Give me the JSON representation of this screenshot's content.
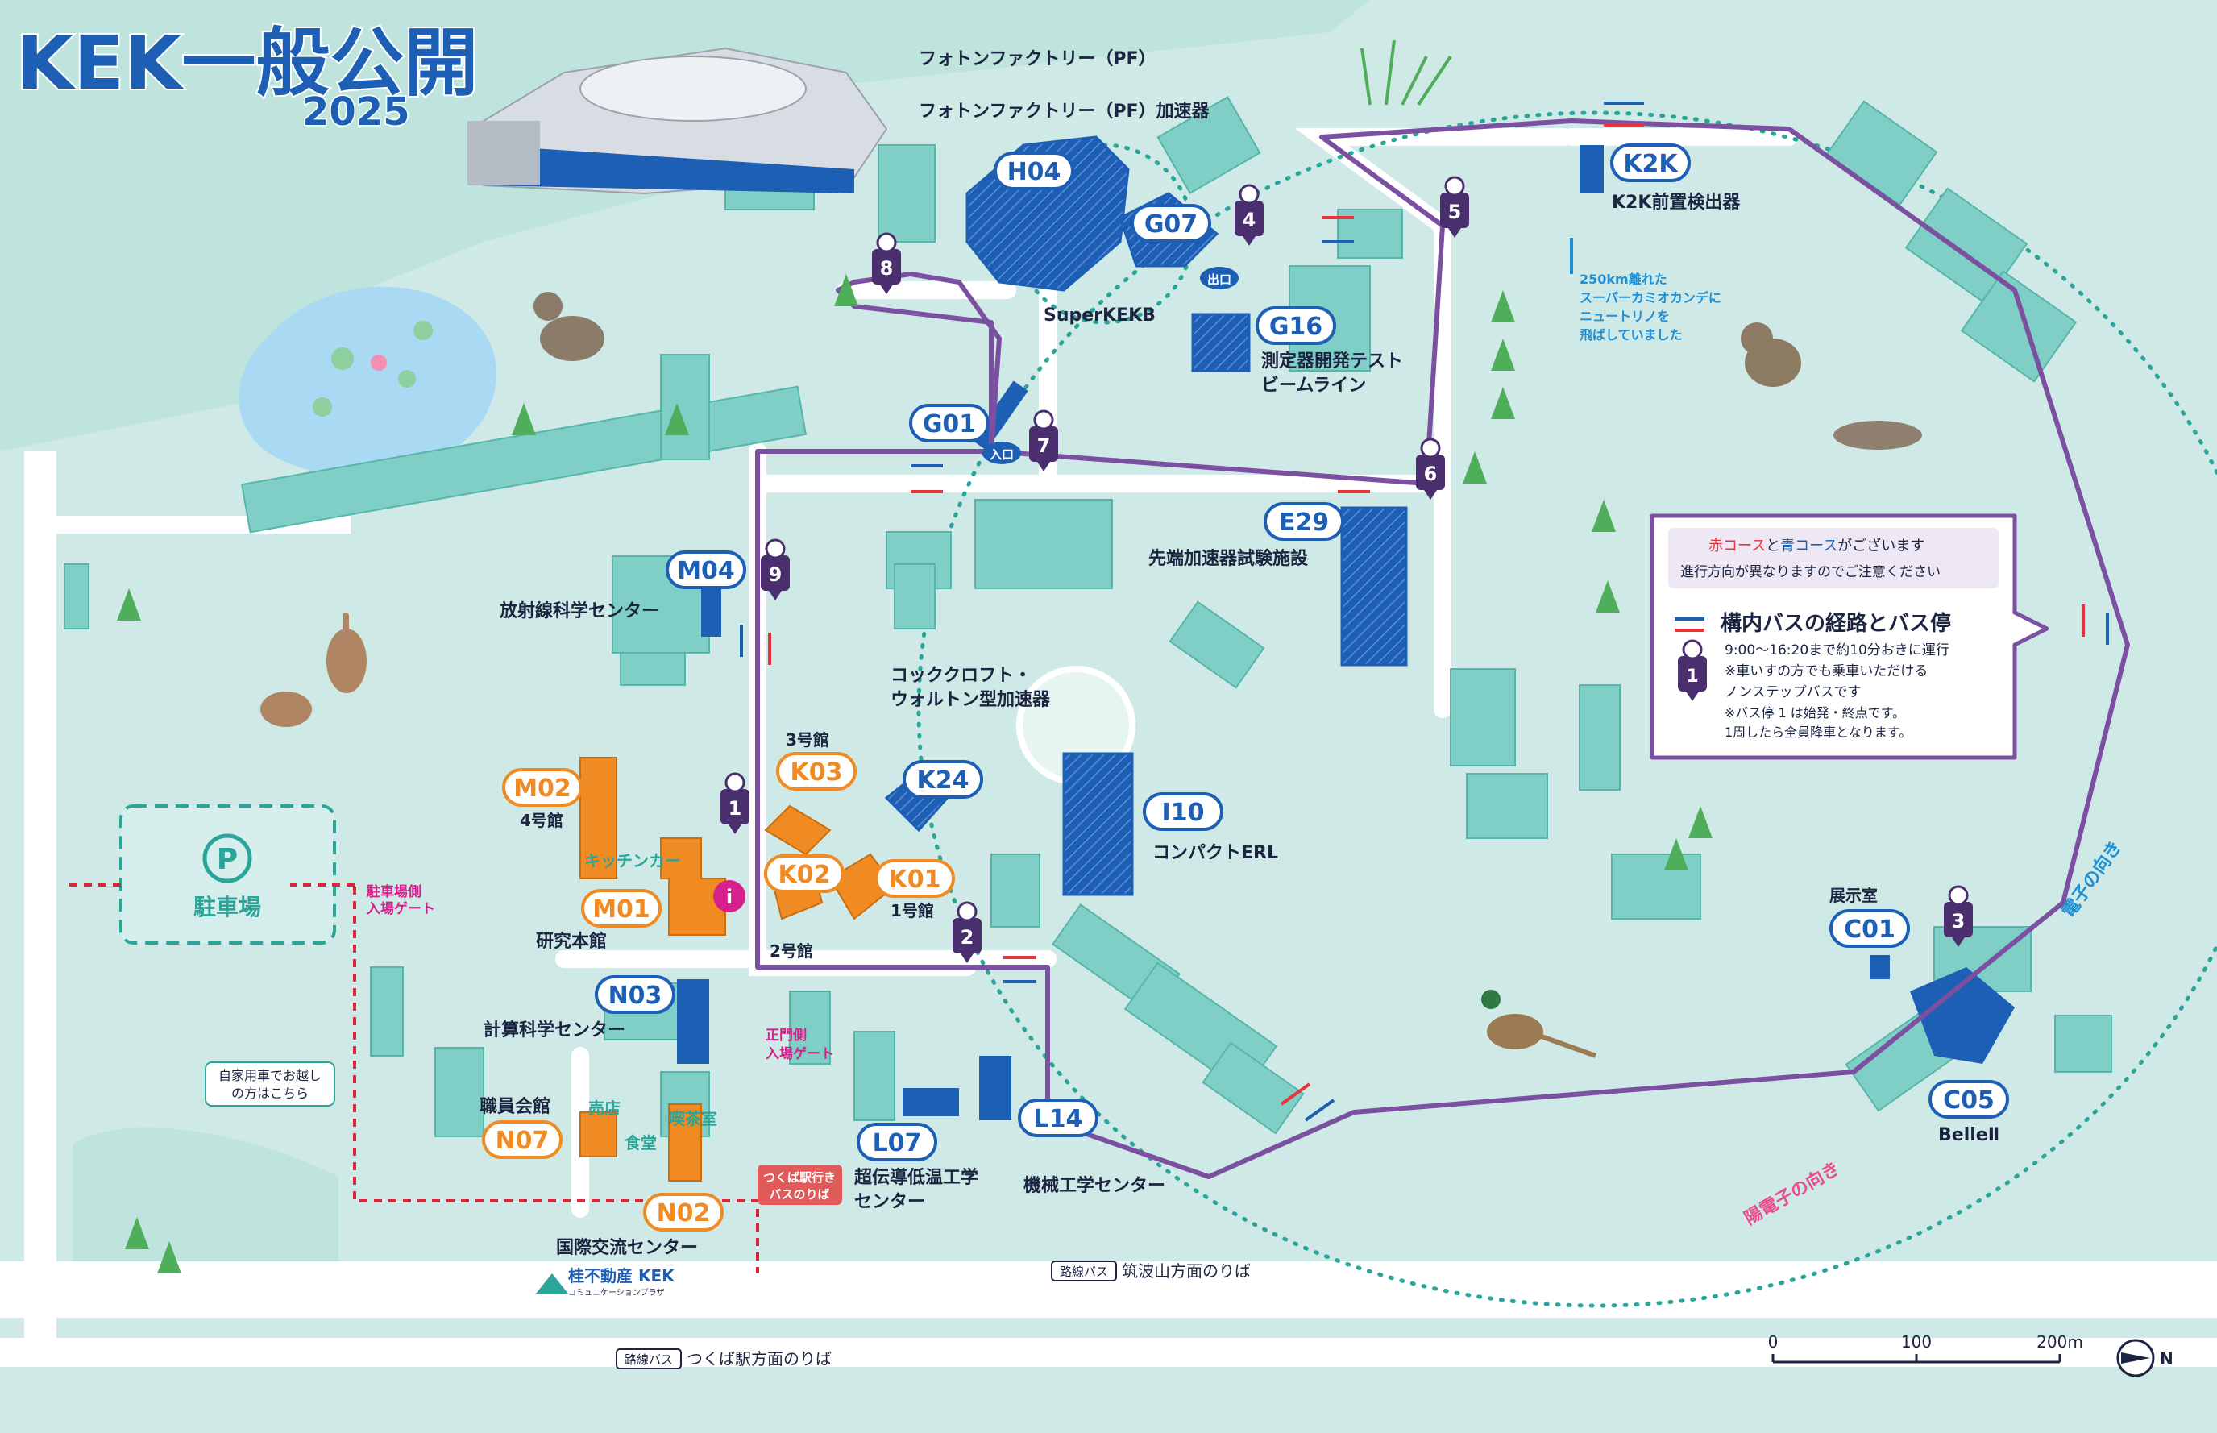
{
  "header": {
    "title": "KEK一般公開",
    "year": "2025"
  },
  "colors": {
    "ground": "#cfeae6",
    "road": "#ffffff",
    "building": "#7fcfc6",
    "building_dark": "#58b5ab",
    "experiment": "#1d5fb5",
    "visitor": "#ef8b22",
    "bus_route": "#7b50a0",
    "red_course": "#e8323c",
    "blue_course": "#1d5fb5",
    "water": "#a9d9f3",
    "tree": "#4fae5a"
  },
  "facilities": [
    {
      "code": "H04",
      "name": "フォトンファクトリー（PF）"
    },
    {
      "code": "G07",
      "name": "フォトンファクトリー（PF）加速器"
    },
    {
      "code": "K2K",
      "name": "K2K前置検出器"
    },
    {
      "code": "G16",
      "name": "測定器開発テスト ビームライン"
    },
    {
      "code": "G01",
      "name": "SuperKEKB"
    },
    {
      "code": "E29",
      "name": "先端加速器試験施設"
    },
    {
      "code": "M04",
      "name": "放射線科学センター"
    },
    {
      "code": "K03",
      "name": "3号館"
    },
    {
      "code": "K24",
      "name": "コッククロフト・ ウォルトン型加速器"
    },
    {
      "code": "I10",
      "name": "コンパクトERL"
    },
    {
      "code": "M02",
      "name": "4号館"
    },
    {
      "code": "M01",
      "name": "研究本館"
    },
    {
      "code": "K02",
      "name": "2号館"
    },
    {
      "code": "K01",
      "name": "1号館"
    },
    {
      "code": "N03",
      "name": "計算科学センター"
    },
    {
      "code": "N07",
      "name": "職員会館"
    },
    {
      "code": "N02",
      "name": "国際交流センター"
    },
    {
      "code": "L07",
      "name": "超伝導低温工学 センター"
    },
    {
      "code": "L14",
      "name": "機械工学センター"
    },
    {
      "code": "C01",
      "name": "展示室"
    },
    {
      "code": "C05",
      "name": "BelleⅡ"
    }
  ],
  "labels": {
    "pf_title": "フォトンファクトリー（PF）",
    "pf_acc": "フォトンファクトリー（PF）加速器",
    "k2k": "K2K前置検出器",
    "g16_line1": "測定器開発テスト",
    "g16_line2": "ビームライン",
    "superkekb": "SuperKEKB",
    "e29": "先端加速器試験施設",
    "m04": "放射線科学センター",
    "k03": "3号館",
    "k24_line1": "コッククロフト・",
    "k24_line2": "ウォルトン型加速器",
    "i10": "コンパクトERL",
    "m02": "4号館",
    "m01": "研究本館",
    "kitchen_car": "キッチンカー",
    "k02": "2号館",
    "k01": "1号館",
    "n03": "計算科学センター",
    "n07": "職員会館",
    "shop": "売店",
    "canteen": "食堂",
    "cafe": "喫茶室",
    "n02": "国際交流センター",
    "l07_line1": "超伝導低温工学",
    "l07_line2": "センター",
    "l14": "機械工学センター",
    "c01": "展示室",
    "c05": "BelleⅡ",
    "entrance": "入口",
    "exit": "出口",
    "parking": "駐車場",
    "parking_icon": "P",
    "parking_gate_line1": "駐車場側",
    "parking_gate_line2": "入場ゲート",
    "main_gate_line1": "正門側",
    "main_gate_line2": "入場ゲート",
    "car_note_line1": "自家用車でお越し",
    "car_note_line2": "の方はこちら",
    "tsukuba_bus_line1": "つくば駅行き",
    "tsukuba_bus_line2": "バスのりば",
    "route_bus_tag": "路線バス",
    "tsukubasan": "筑波山方面のりば",
    "tsukuba_station": "つくば駅方面のりば",
    "neutrino_line1": "250km離れた",
    "neutrino_line2": "スーパーカミオカンデに",
    "neutrino_line3": "ニュートリノを",
    "neutrino_line4": "飛ばしていました",
    "electron": "電子の向き",
    "positron": "陽電子の向き",
    "sponsor_line1": "桂不動産 KEK",
    "sponsor_line2": "コミュニケーションプラザ"
  },
  "legend": {
    "courses_red": "赤コース",
    "courses_and": "と",
    "courses_blue": "青コース",
    "courses_tail": "がございます",
    "direction_note": "進行方向が異なりますのでご注意ください",
    "title": "構内バスの経路とバス停",
    "schedule": "9:00〜16:20まで約10分おきに運行",
    "wheelchair": "※車いすの方でも乗車いただける",
    "nonstep": "ノンステップバスです",
    "stop1_note": "※バス停 1 は始発・終点です。",
    "loop_note": "1周したら全員降車となります。"
  },
  "bus_stops": [
    "1",
    "2",
    "3",
    "4",
    "5",
    "6",
    "7",
    "8",
    "9"
  ],
  "scale": {
    "ticks": [
      "0",
      "100",
      "200m"
    ],
    "north": "N"
  }
}
